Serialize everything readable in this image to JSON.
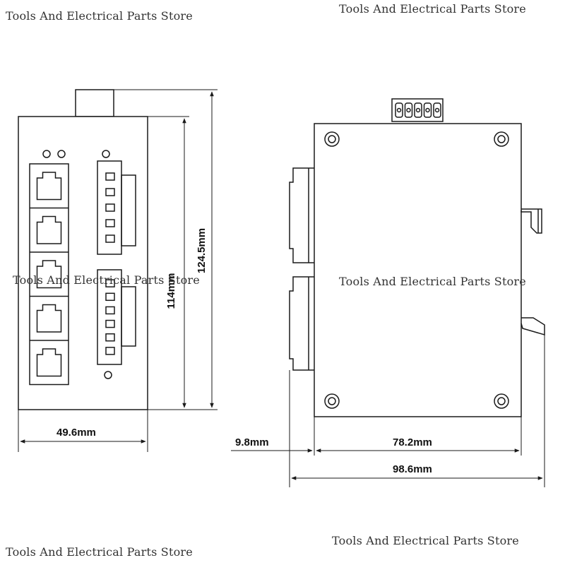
{
  "watermarks": {
    "top_left": "Tools And Electrical Parts Store",
    "top_right": "Tools And Electrical Parts Store",
    "middle_left": "Tools And Electrical Parts Store",
    "middle_right": "Tools And Electrical Parts Store",
    "bottom_left": "Tools And Electrical Parts Store",
    "bottom_right": "Tools And Electrical Parts Store"
  },
  "dimensions": {
    "front_width": "49.6mm",
    "inner_height": "114mm",
    "total_height": "124.5mm",
    "side_offset": "9.8mm",
    "side_body_width": "78.2mm",
    "side_total_width": "98.6mm"
  },
  "views": {
    "front": {
      "rj45_ports": 5,
      "terminal_block_top_pins": 5,
      "terminal_block_bottom_pins": 6
    },
    "side": {
      "top_connector_pins": 5,
      "mounting_screws": 4
    }
  },
  "colors": {
    "line": "#1a1a1a",
    "background": "#ffffff"
  }
}
